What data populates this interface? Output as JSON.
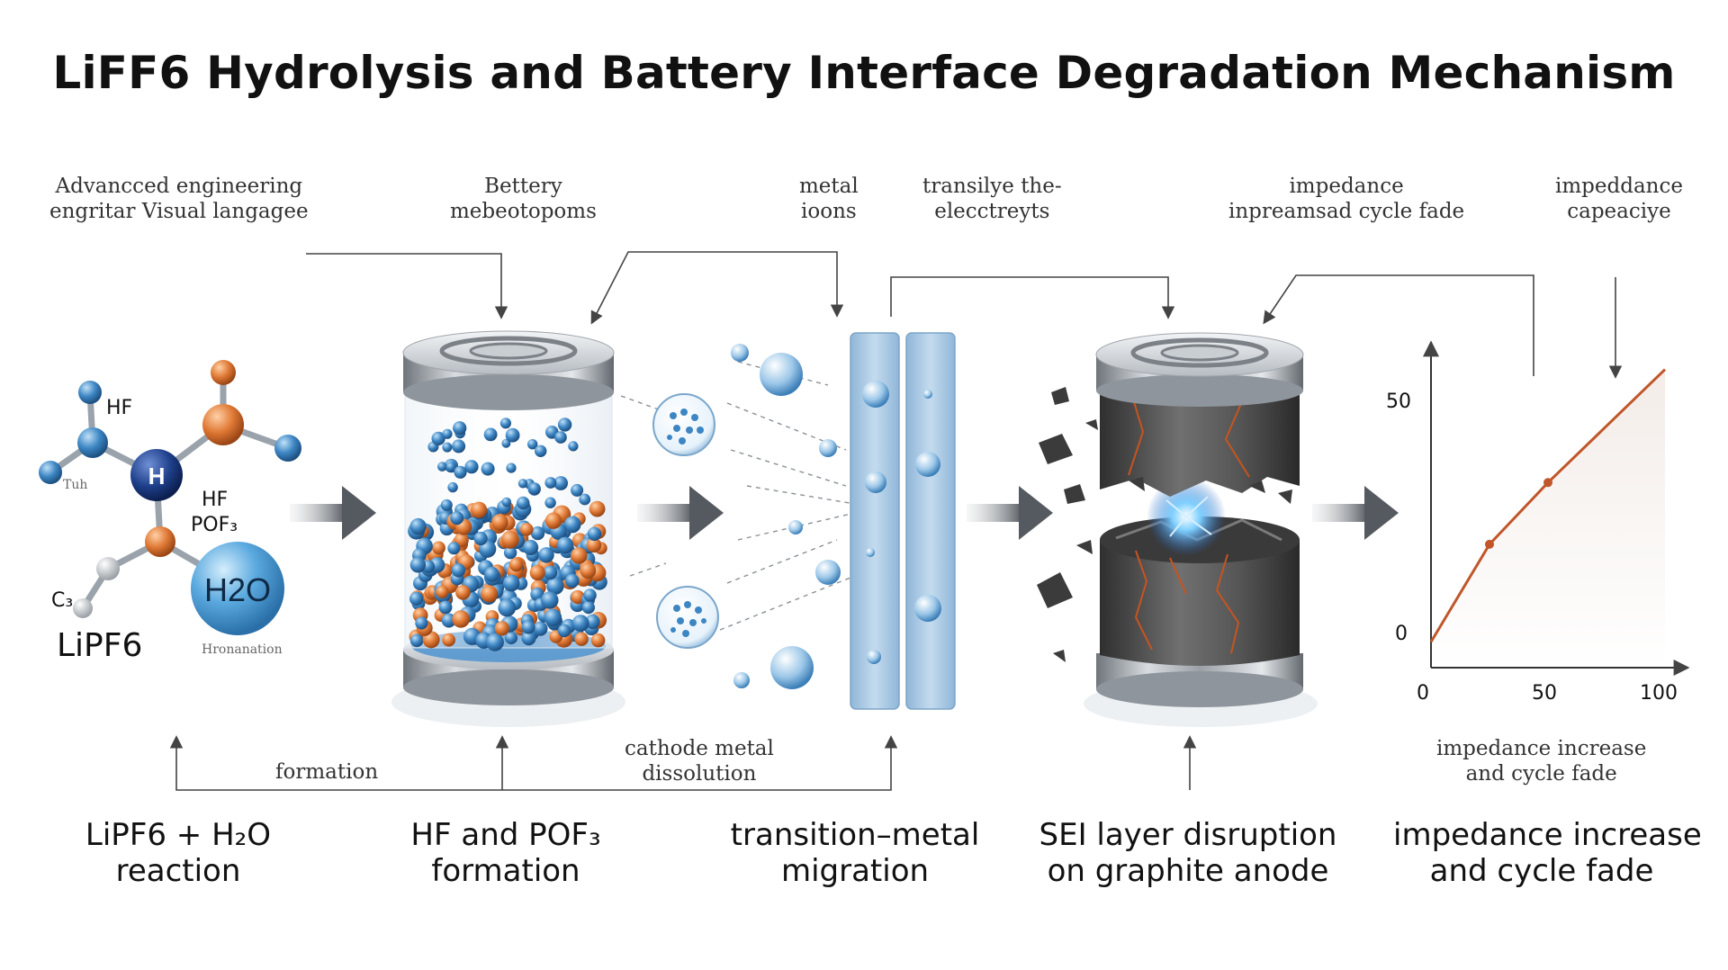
{
  "title": "LiFF6 Hydrolysis and Battery Interface Degradation Mechanism",
  "annotations": {
    "a1": [
      "Advancced engineering",
      "engritar Visual langagee"
    ],
    "a2": [
      "Bettery",
      "mebeotopoms"
    ],
    "a3": [
      "metal",
      "ioons"
    ],
    "a4": [
      "transilye the-",
      "elecctreyts"
    ],
    "a5": [
      "impedance",
      "inpreamsad cycle fade"
    ],
    "a6": [
      "impeddance",
      "capeaciye"
    ],
    "formation": "formation",
    "dissolution": [
      "cathode metal",
      "dissolution"
    ],
    "chart_caption": [
      "impedance increase",
      "and cycle fade"
    ]
  },
  "molecule": {
    "hf1": "HF",
    "h_center": "H",
    "hf2": "HF",
    "pof3": "POF₃",
    "c3": "C₃",
    "h2o": "H2O",
    "lipf6": "LiPF6",
    "tiny1": "Tuh",
    "tiny2": "Hronanation"
  },
  "stages": [
    {
      "line1": "LiPF6 + H₂O",
      "line2": "reaction"
    },
    {
      "line1": "HF and POF₃",
      "line2": "formation"
    },
    {
      "line1": "transition–metal",
      "line2": "migration"
    },
    {
      "line1": "SEI layer disruption",
      "line2": "on graphite anode"
    },
    {
      "line1": "impedance increase",
      "line2": "and cycle fade"
    }
  ],
  "colors": {
    "blue_particle": "#3d86c4",
    "orange_particle": "#e07a36",
    "steel": "#9aa0a6",
    "membrane": "#a9c8e2",
    "rock": "#4a4a4a",
    "curve": "#c0562a",
    "arrow": "#555a60"
  },
  "chart_data": {
    "type": "line",
    "x": [
      0,
      25,
      50,
      100
    ],
    "values": [
      0,
      19,
      31,
      53
    ],
    "xticks": [
      0,
      50,
      100
    ],
    "yticks": [
      0,
      50
    ],
    "xlim": [
      0,
      100
    ],
    "ylim": [
      -5,
      58
    ],
    "grid": false
  }
}
